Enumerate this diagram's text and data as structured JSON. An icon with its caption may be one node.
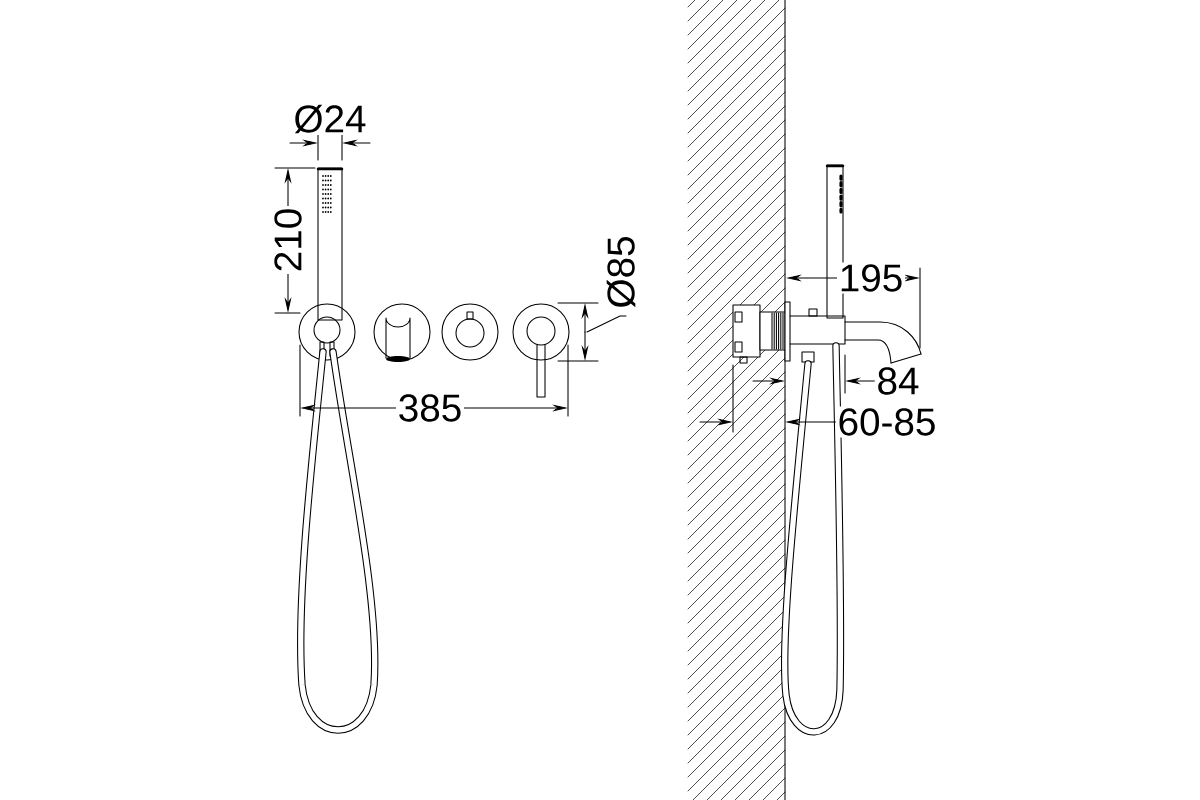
{
  "diagram": {
    "labels": [
      "Ø24",
      "210",
      "Ø85",
      "385",
      "195",
      "84",
      "60-85"
    ]
  }
}
